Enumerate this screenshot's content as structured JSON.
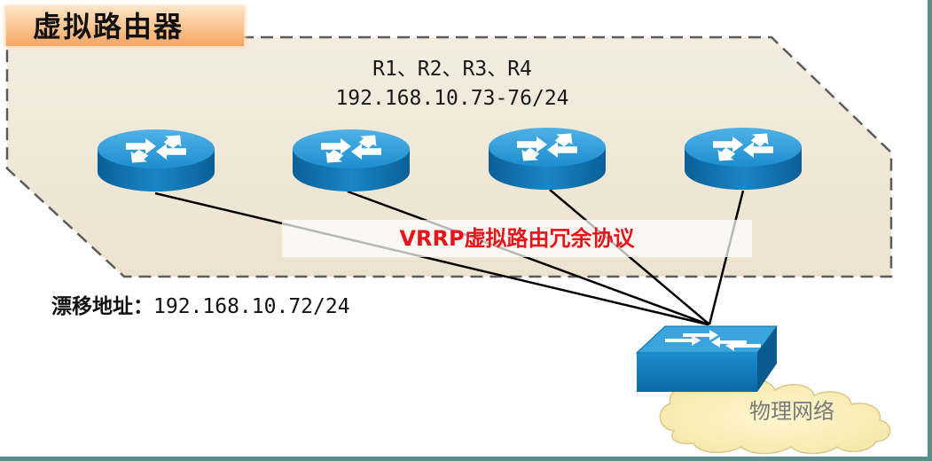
{
  "group_title": "虚拟路由器",
  "router_names": "R1、R2、R3、R4",
  "router_ip_range": "192.168.10.73-76/24",
  "protocol_label": "VRRP虚拟路由冗余协议",
  "floating_address_label": "漂移地址：",
  "floating_address_value": "192.168.10.72/24",
  "network_label": "物理网络",
  "colors": {
    "device_blue": "#1f8fd0",
    "device_dark": "#0d6aa8",
    "region_fill": "#f4eee0",
    "protocol_text": "#e8141b",
    "title_tab": "#fac28d"
  },
  "icons": {
    "router": "router-icon",
    "switch": "switch-icon",
    "cloud": "cloud-icon"
  }
}
